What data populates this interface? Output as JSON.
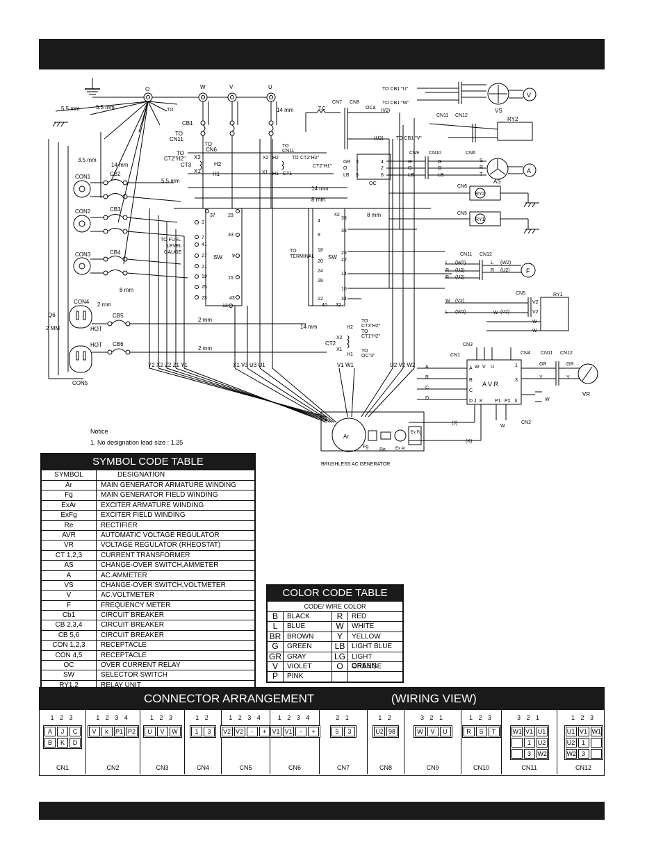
{
  "wires_left": {
    "label_55a": "5.5 mm",
    "label_55b": "5.5 mm",
    "label_35": "3.5 mm",
    "label_14a": "14 mm",
    "label_55c": "5.5 mm",
    "label_8": "8 mm",
    "label_2a": "2 mm",
    "label_2b": "2 MM",
    "label_2c": "2 mm",
    "label_2d": "2 mm"
  },
  "terminals": {
    "ground": "",
    "o": "O",
    "w": "W",
    "v": "V",
    "u": "U"
  },
  "labels": {
    "to_ct": "TO",
    "to_ct_b": "",
    "label_14b": "14 mm",
    "cb1": "CB1",
    "to_cn11": "TO",
    "to_cn11_b": "CN11",
    "to_ct2h2": "TO",
    "ct2h2": "CT2\"H2\"",
    "ct3": "CT3",
    "to_cn6": "TO",
    "cn6": "CN6",
    "x2_left": "X2",
    "h2_left": "H2",
    "x1_left": "X1",
    "h1_left": "H1",
    "to_fuel": "TO FUEL",
    "level": "LEVEL",
    "gauge": "GAUGE",
    "sw_left": "SW",
    "to_terminal": "TO",
    "terminal": "TERMINAL",
    "sw_right": "SW",
    "label_14c": "14 mm",
    "label_8b": "8 mm",
    "label_8c": "8 mm",
    "label_14d": "14 mm",
    "ct2": "CT2",
    "to_ct3h2": "TO",
    "ct3h2": "CT3\"H2\"",
    "to_ct1h2": "TO",
    "ct1h2": "CT1\"H2\"",
    "to_oc3": "TO",
    "oc3": "OC\"3\"",
    "x2_mid": "X2",
    "x1_mid": "X1",
    "h1_mid": "H1",
    "h2_mid": "H2",
    "ct1": "CT1",
    "h2_ct2": "H2",
    "h1_ct2": "H1",
    "to_cn11b": "TO",
    "cn11b": "CN11",
    "to_ct2h1": "TO",
    "ct2h1": "CT2\"H1\"",
    "tc": "T.C",
    "cn7": "CN7",
    "cn8": "CN8",
    "oca": "OCa",
    "v2_top": "(V2)",
    "u2_top": "(U2)",
    "to_cb1u": "TO CB1 \"U\"",
    "to_cb1w": "TO CB1 \"W\"",
    "to_cb1v": "TO CB1 \"V\"",
    "vs": "VS",
    "ry2_top": "RY2",
    "cn11_top": "CN11",
    "cn12_top": "CN12",
    "cn9": "CN9",
    "cn10": "CN10",
    "cn6_right": "CN6",
    "oc": "OC",
    "as": "AS",
    "cn6_ry2": "CN6",
    "cn5_ry1": "CN5",
    "ry2_coil": "RY2",
    "ry1_coil": "RY1",
    "cn11_f": "CN11",
    "cn12_f": "CN12",
    "cn5_right": "CN5",
    "ry1_right": "RY1",
    "cn3": "CN3",
    "cn1": "CN1",
    "cn4": "CN4",
    "cn11_vr": "CN11",
    "cn12_vr": "CN12",
    "avr": "A V R",
    "vr": "VR",
    "cn2": "CN2",
    "j": "(J)",
    "k": "(K)",
    "ar": "Ar",
    "fg": "Fg",
    "re": "Re",
    "exar": "Ex Ar",
    "exfg": "Ex Fg",
    "brushless": "BRUSHLESS AC GENERATOR",
    "con1": "CON1",
    "con2": "CON2",
    "con3": "CON3",
    "con4": "CON4",
    "con5": "CON5",
    "cb2": "CB2",
    "cb3": "CB3",
    "cb4": "CB4",
    "cb5": "CB5",
    "cb6": "CB6",
    "hot1": "HOT",
    "hot2": "HOT",
    "q6": "Q6",
    "bottom_leads": "Y2 X2 Z2 Z1 Y1",
    "mid_leads": "X1  V3  U3  U1",
    "right_leads": "V1  W1",
    "far_leads": "U2  V2  W2"
  },
  "notice": {
    "title": "Notice",
    "line1": "1. No designation lead size : 1.25"
  },
  "symbol_table": {
    "title": "SYMBOL CODE TABLE",
    "col1": "SYMBOL",
    "col2": "DESIGNATION",
    "rows": [
      {
        "s": "Ar",
        "d": "MAIN GENERATOR ARMATURE WINDING"
      },
      {
        "s": "Fg",
        "d": "MAIN GENERATOR FIELD WINDING"
      },
      {
        "s": "ExAr",
        "d": "EXCITER ARMATURE WINDING"
      },
      {
        "s": "ExFg",
        "d": "EXCITER FIELD WINDING"
      },
      {
        "s": "Re",
        "d": "RECTIFIER"
      },
      {
        "s": "AVR",
        "d": "AUTOMATIC VOLTAGE REGULATOR"
      },
      {
        "s": "VR",
        "d": "VOLTAGE REGULATOR (RHEOSTAT)"
      },
      {
        "s": "CT 1,2,3",
        "d": "CURRENT TRANSFORMER"
      },
      {
        "s": "AS",
        "d": "CHANGE-OVER SWITCH,AMMETER"
      },
      {
        "s": "A",
        "d": "AC.AMMETER"
      },
      {
        "s": "VS",
        "d": "CHANGE-OVER SWITCH,VOLTMETER"
      },
      {
        "s": "V",
        "d": "AC.VOLTMETER"
      },
      {
        "s": "F",
        "d": "FREQUENCY METER"
      },
      {
        "s": "Cb1",
        "d": "CIRCUIT BREAKER"
      },
      {
        "s": "CB 2,3,4",
        "d": "CIRCUIT BREAKER"
      },
      {
        "s": "CB 5,6",
        "d": "CIRCUIT BREAKER"
      },
      {
        "s": "CON 1,2,3",
        "d": "RECEPTACLE"
      },
      {
        "s": "CON 4,5",
        "d": "RECEPTACLE"
      },
      {
        "s": "OC",
        "d": "OVER CURRENT RELAY"
      },
      {
        "s": "SW",
        "d": "SELECTOR SWITCH"
      },
      {
        "s": "RY1,2",
        "d": "RELAY UNIT"
      }
    ]
  },
  "color_table": {
    "title": "COLOR CODE TABLE",
    "subhead": "CODE/ WIRE COLOR",
    "rows": [
      {
        "k1": "B",
        "v1": "BLACK",
        "k2": "R",
        "v2": "RED"
      },
      {
        "k1": "L",
        "v1": "BLUE",
        "k2": "W",
        "v2": "WHITE"
      },
      {
        "k1": "BR",
        "v1": "BROWN",
        "k2": "Y",
        "v2": "YELLOW"
      },
      {
        "k1": "G",
        "v1": "GREEN",
        "k2": "LB",
        "v2": "LIGHT BLUE"
      },
      {
        "k1": "GR",
        "v1": "GRAY",
        "k2": "LG",
        "v2": "LIGHT GREEN"
      },
      {
        "k1": "V",
        "v1": "VIOLET",
        "k2": "O",
        "v2": "ORANGE"
      },
      {
        "k1": "P",
        "v1": "PINK",
        "k2": "",
        "v2": ""
      }
    ]
  },
  "connectors": {
    "title": "CONNECTOR ARRANGEMENT",
    "subtitle": "(WIRING VIEW)",
    "items": [
      {
        "name": "CN1",
        "nums": "1 2 3",
        "cols": 3,
        "pins": [
          "A",
          "J",
          "C",
          "B",
          "K",
          "D"
        ]
      },
      {
        "name": "CN2",
        "nums": "1 2 3 4",
        "cols": 4,
        "pins": [
          "V",
          "k",
          "P1",
          "P2"
        ]
      },
      {
        "name": "CN3",
        "nums": "1 2 3",
        "cols": 3,
        "pins": [
          "U",
          "V",
          "W"
        ]
      },
      {
        "name": "CN4",
        "nums": "1 2",
        "cols": 2,
        "pins": [
          "1",
          "3"
        ]
      },
      {
        "name": "CN5",
        "nums": "1 2 3 4",
        "cols": 4,
        "pins": [
          "V2",
          "V2",
          "-",
          "+"
        ]
      },
      {
        "name": "CN6",
        "nums": "1 2 3 4",
        "cols": 4,
        "pins": [
          "V1",
          "V1",
          "-",
          "+"
        ]
      },
      {
        "name": "CN7",
        "nums": "2 1",
        "cols": 2,
        "pins": [
          "5",
          "3"
        ]
      },
      {
        "name": "CN8",
        "nums": "1 2",
        "cols": 2,
        "pins": [
          "U2",
          "98"
        ]
      },
      {
        "name": "CN9",
        "nums": "3 2 1",
        "cols": 3,
        "pins": [
          "W",
          "V",
          "U"
        ]
      },
      {
        "name": "CN10",
        "nums": "1 2 3",
        "cols": 3,
        "pins": [
          "R",
          "S",
          "T"
        ]
      },
      {
        "name": "CN11",
        "nums": "3 2 1",
        "cols": 3,
        "pins": [
          "W1",
          "V1",
          "U1",
          "",
          "1",
          "U2",
          "",
          "3",
          "W2"
        ]
      },
      {
        "name": "CN12",
        "nums": "1 2 3",
        "cols": 3,
        "pins": [
          "U1",
          "V1",
          "W1",
          "U2",
          "1",
          "",
          "W2",
          "3",
          ""
        ]
      }
    ]
  }
}
